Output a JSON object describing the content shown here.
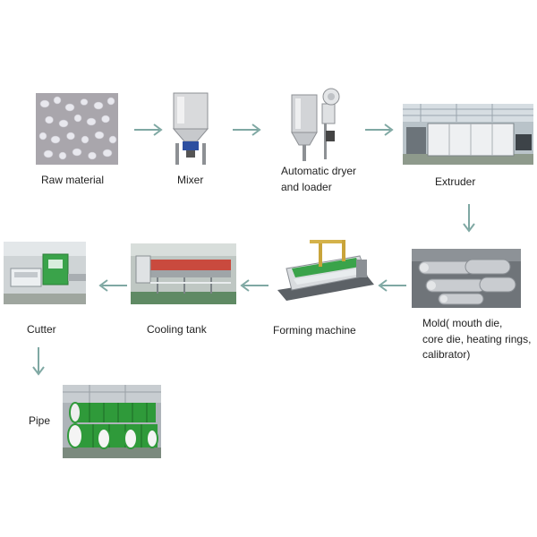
{
  "labels": {
    "raw_material": "Raw  material",
    "mixer": "Mixer",
    "dryer_line1": "Automatic dryer",
    "dryer_line2": "and loader",
    "extruder": "Extruder",
    "mold_line1": "Mold( mouth die,",
    "mold_line2": "core die, heating rings,",
    "mold_line3": "calibrator)",
    "forming": "Forming machine",
    "cooling": "Cooling tank",
    "cutter": "Cutter",
    "pipe": "Pipe"
  },
  "colors": {
    "arrow": "#7fa8a3",
    "pipe_green": "#2f9a3a",
    "machine_green": "#3aa34a",
    "metal": "#c9ccd0"
  }
}
